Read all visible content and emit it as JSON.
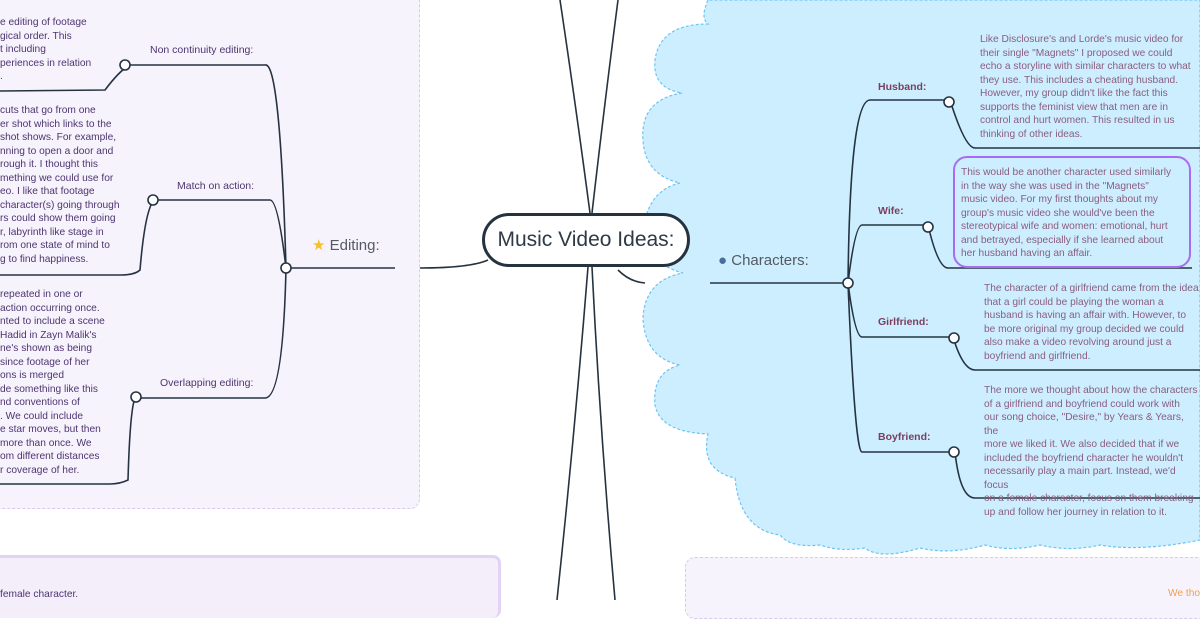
{
  "central_topic": "Music Video Ideas:",
  "editing": {
    "label": "Editing:",
    "icon": "star-icon",
    "subtopics": [
      {
        "label": "Non continuity editing:",
        "text_lines": [
          "e editing of footage",
          "gical order. This",
          "t including",
          "periences in relation",
          "."
        ]
      },
      {
        "label": "Match on action:",
        "text_lines": [
          "cuts that go from one",
          "er shot which links to the",
          "shot shows. For example,",
          "nning to open a door and",
          "rough it. I thought this",
          "mething we could use for",
          "eo. I like that footage",
          "character(s) going through",
          "rs could show them going",
          "r, labyrinth like stage in",
          "rom one state of mind to",
          "g to find happiness."
        ]
      },
      {
        "label": "Overlapping editing:",
        "text_lines": [
          "repeated in one or",
          "action occurring once.",
          "nted to include a scene",
          " Hadid in Zayn Malik's",
          "ne's shown as being",
          "since footage of her",
          "ons is merged",
          "de something like this",
          "nd conventions of",
          ". We could include",
          "e star moves, but then",
          "more than once. We",
          "om different distances",
          "r coverage of her."
        ]
      }
    ]
  },
  "characters": {
    "label": "Characters:",
    "icon": "person-icon",
    "subtopics": [
      {
        "label": "Husband:",
        "text": "Like Disclosure's and Lorde's music video for\ntheir single \"Magnets\" I proposed we could\necho a storyline with similar characters to what\nthey use. This includes a cheating husband.\nHowever, my group didn't like the fact this\nsupports the feminist view that men are in\ncontrol and hurt women. This resulted in us\nthinking of other ideas."
      },
      {
        "label": "Wife:",
        "text": "This would be another character used similarly\nin the way she was used in the \"Magnets\"\nmusic video. For my first thoughts about my\ngroup's music video she would've been the\nstereotypical wife and women: emotional, hurt\nand betrayed, especially if she learned about\nher husband having an affair."
      },
      {
        "label": "Girlfriend:",
        "text": "The character of a girlfriend came from the idea\nthat a girl could be playing the woman a\nhusband is having an affair with. However, to\nbe more original my group decided we could\nalso make a video revolving around just a\nboyfriend and girlfriend."
      },
      {
        "label": "Boyfriend:",
        "text": "The more we thought about how the characters\nof a girlfriend and boyfriend could work with\nour song choice, \"Desire,\" by Years & Years, the\nmore we liked it. We also decided that if we\nincluded the boyfriend character he wouldn't\nnecessarily play a main part. Instead, we'd focus\non a female character, focus on them breaking\nup and follow her journey in relation to it."
      }
    ]
  },
  "bottom_left_text": "female character.",
  "bottom_right_text": "We tho",
  "colors": {
    "cloud": "#cdeeff",
    "cloud_border": "#6cc4f5",
    "panel": "#f7f3fc",
    "line": "#253340",
    "wife_border": "#a86cf0",
    "orange_text": "#f0a050"
  }
}
